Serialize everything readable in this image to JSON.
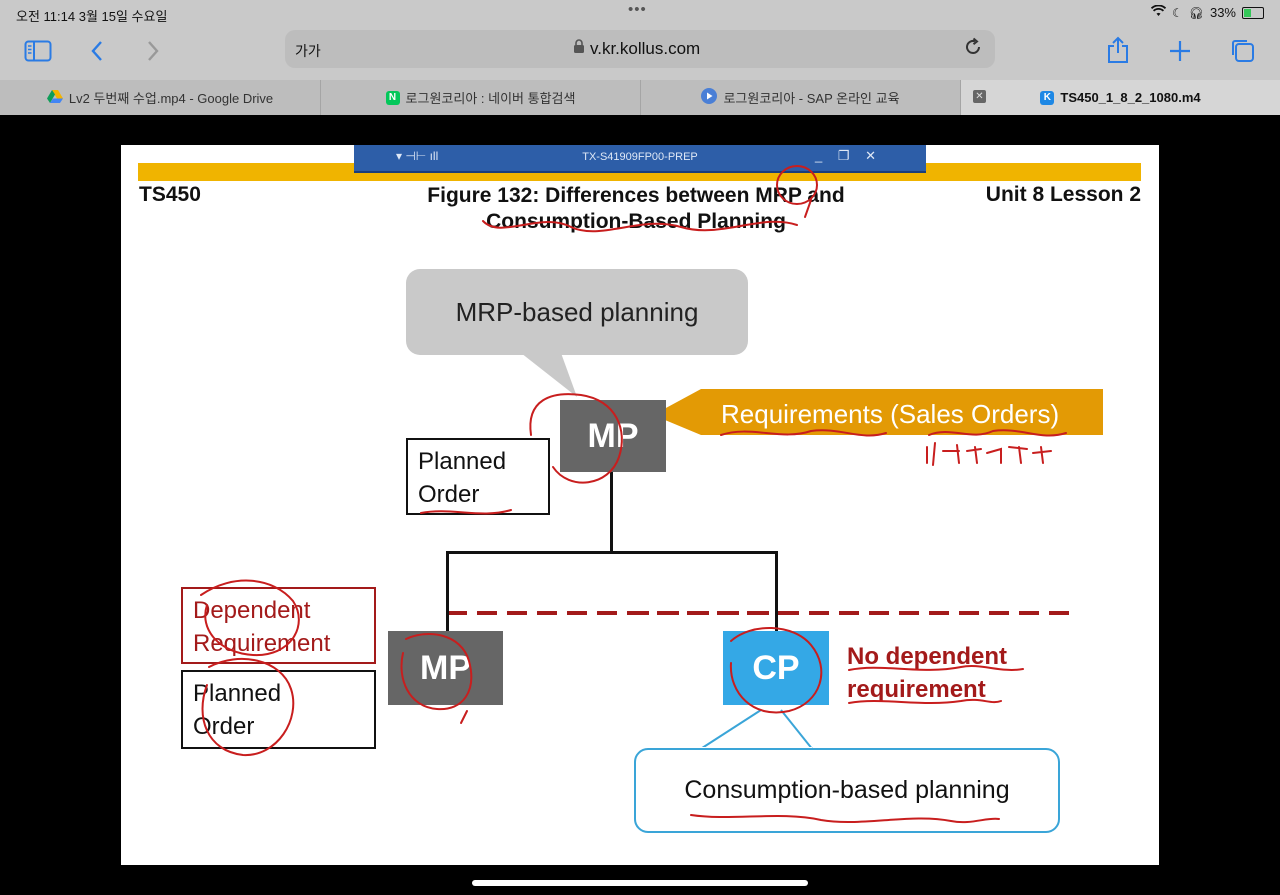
{
  "status": {
    "time_date": "오전 11:14   3월 15일 수요일",
    "battery": "33%",
    "dots": "•••"
  },
  "browser": {
    "reader_label": "가가",
    "url": "v.kr.kollus.com"
  },
  "tabs": [
    {
      "label": "Lv2 두번째 수업.mp4 - Google Drive",
      "icon": "google-drive-icon",
      "color": "#f4b400"
    },
    {
      "label": "로그원코리아 : 네이버 통합검색",
      "icon": "naver-icon",
      "color": "#03c75a"
    },
    {
      "label": "로그원코리아 - SAP 온라인 교육",
      "icon": "play-icon",
      "color": "#4a7fd6"
    },
    {
      "label": "TS450_1_8_2_1080.m4",
      "icon": "kollus-icon",
      "color": "#1e88e5"
    }
  ],
  "remote": {
    "title": "TX-S41909FP00-PREP"
  },
  "slide": {
    "left_header": "TS450",
    "title_line1": "Figure 132: Differences between MRP and",
    "title_line2": "Consumption-Based Planning",
    "right_header": "Unit 8 Lesson 2",
    "mrp_bubble": "MRP-based planning",
    "mp_top": "MP",
    "requirements": "Requirements (Sales Orders)",
    "planned_order_top_1": "Planned",
    "planned_order_top_2": "Order",
    "dependent_1": "Dependent",
    "dependent_2": "Requirement",
    "planned_order_bottom_1": "Planned",
    "planned_order_bottom_2": "Order",
    "mp_bottom": "MP",
    "cp": "CP",
    "no_dep_1": "No dependent",
    "no_dep_2": "requirement",
    "cbp": "Consumption-based planning"
  },
  "colors": {
    "orange": "#e39a05",
    "gray_box": "#666666",
    "cp_blue": "#34a8e6",
    "ink_red": "#c81e1e",
    "yellow": "#f0b400"
  }
}
